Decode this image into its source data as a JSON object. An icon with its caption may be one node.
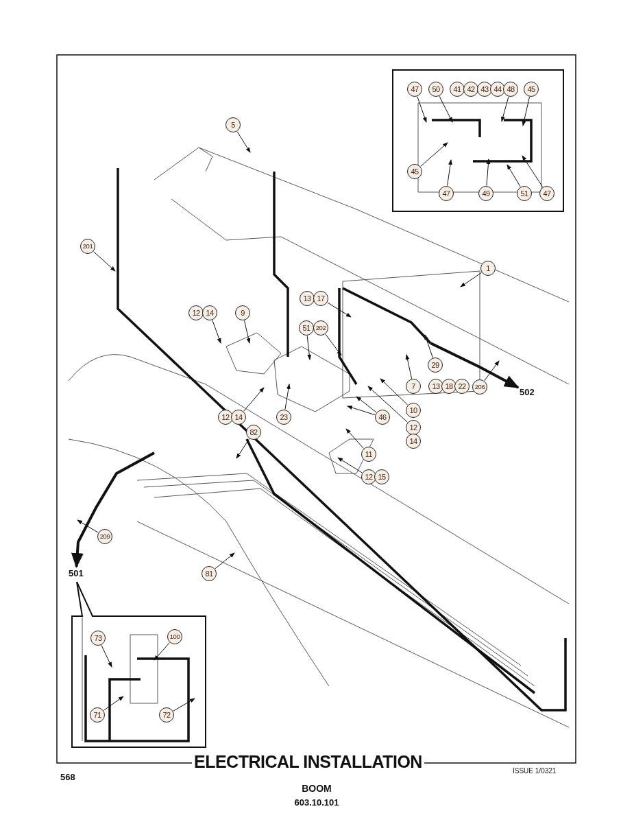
{
  "diagram": {
    "title": "ELECTRICAL INSTALLATION",
    "nodes": [
      {
        "text": [
          "47"
        ]
      },
      {
        "text": [
          "50"
        ]
      },
      {
        "text": [
          "41"
        ]
      },
      {
        "text": [
          "42"
        ]
      },
      {
        "text": [
          "43"
        ]
      },
      {
        "text": [
          "44"
        ]
      },
      {
        "text": [
          "48"
        ]
      },
      {
        "text": [
          "45"
        ]
      },
      {
        "text": [
          "45"
        ]
      },
      {
        "text": [
          "47"
        ]
      },
      {
        "text": [
          "49"
        ]
      },
      {
        "text": [
          "51"
        ]
      },
      {
        "text": [
          "47"
        ]
      },
      {
        "text": [
          "5"
        ]
      },
      {
        "text": [
          "201"
        ]
      },
      {
        "text": [
          "1"
        ]
      },
      {
        "text": [
          "13"
        ]
      },
      {
        "text": [
          "17"
        ]
      },
      {
        "text": [
          "12"
        ]
      },
      {
        "text": [
          "14"
        ]
      },
      {
        "text": [
          "9"
        ]
      },
      {
        "text": [
          "51"
        ]
      },
      {
        "text": [
          "202"
        ]
      },
      {
        "text": [
          "29"
        ]
      },
      {
        "text": [
          "7"
        ]
      },
      {
        "text": [
          "13"
        ]
      },
      {
        "text": [
          "18"
        ]
      },
      {
        "text": [
          "22"
        ]
      },
      {
        "text": [
          "206"
        ]
      },
      {
        "text": [
          "23"
        ]
      },
      {
        "text": [
          "12"
        ]
      },
      {
        "text": [
          "14"
        ]
      },
      {
        "text": [
          "46"
        ]
      },
      {
        "text": [
          "10"
        ]
      },
      {
        "text": [
          "12"
        ]
      },
      {
        "text": [
          "14"
        ]
      },
      {
        "text": [
          "11"
        ]
      },
      {
        "text": [
          "82"
        ]
      },
      {
        "text": [
          "12"
        ]
      },
      {
        "text": [
          "15"
        ]
      },
      {
        "text": [
          "209"
        ]
      },
      {
        "text": [
          "81"
        ]
      },
      {
        "text": [
          "73"
        ]
      },
      {
        "text": [
          "100"
        ]
      },
      {
        "text": [
          "71"
        ]
      },
      {
        "text": [
          "72"
        ]
      },
      {
        "text": [
          "502"
        ]
      },
      {
        "text": [
          "501"
        ]
      }
    ],
    "edges": [
      {
        "from": 0,
        "to": null,
        "arrow": "to"
      },
      {
        "from": 1,
        "to": null,
        "arrow": "to"
      },
      {
        "from": 6,
        "to": null,
        "arrow": "to"
      },
      {
        "from": 7,
        "to": null,
        "arrow": "to"
      },
      {
        "from": 8,
        "to": null,
        "arrow": "to"
      },
      {
        "from": 9,
        "to": null,
        "arrow": "to"
      },
      {
        "from": 10,
        "to": null,
        "arrow": "to"
      },
      {
        "from": 11,
        "to": null,
        "arrow": "to"
      },
      {
        "from": 12,
        "to": null,
        "arrow": "to"
      },
      {
        "from": 13,
        "to": null,
        "arrow": "to"
      },
      {
        "from": 14,
        "to": null,
        "arrow": "to"
      },
      {
        "from": 15,
        "to": null,
        "arrow": "to"
      },
      {
        "from": 17,
        "to": null,
        "arrow": "to"
      },
      {
        "from": 19,
        "to": null,
        "arrow": "to"
      },
      {
        "from": 20,
        "to": null,
        "arrow": "to"
      },
      {
        "from": 21,
        "to": null,
        "arrow": "to"
      },
      {
        "from": 22,
        "to": null,
        "arrow": "to"
      },
      {
        "from": 23,
        "to": null,
        "arrow": "to"
      },
      {
        "from": 24,
        "to": null,
        "arrow": "to"
      },
      {
        "from": 28,
        "to": null,
        "arrow": "to"
      },
      {
        "from": 29,
        "to": null,
        "arrow": "to"
      },
      {
        "from": 31,
        "to": null,
        "arrow": "to"
      },
      {
        "from": 32,
        "to": null,
        "arrow": "to"
      },
      {
        "from": 32,
        "to": null,
        "arrow": "to"
      },
      {
        "from": 33,
        "to": null,
        "arrow": "to"
      },
      {
        "from": 34,
        "to": null,
        "arrow": "to"
      },
      {
        "from": 36,
        "to": null,
        "arrow": "to"
      },
      {
        "from": 37,
        "to": null,
        "arrow": "to"
      },
      {
        "from": 38,
        "to": null,
        "arrow": "to"
      },
      {
        "from": 40,
        "to": null,
        "arrow": "to"
      },
      {
        "from": 41,
        "to": null,
        "arrow": "to"
      },
      {
        "from": 42,
        "to": null,
        "arrow": "to"
      },
      {
        "from": 43,
        "to": null,
        "arrow": "to"
      },
      {
        "from": 44,
        "to": null,
        "arrow": "to"
      },
      {
        "from": 45,
        "to": null,
        "arrow": "to"
      },
      {
        "from": null,
        "to": 46,
        "arrow": "to",
        "style": "thick"
      },
      {
        "from": null,
        "to": 47,
        "arrow": "to",
        "style": "thick"
      }
    ],
    "labels": [
      "568",
      "BOOM",
      "ISSUE 1/0321",
      "603.10.101"
    ]
  }
}
